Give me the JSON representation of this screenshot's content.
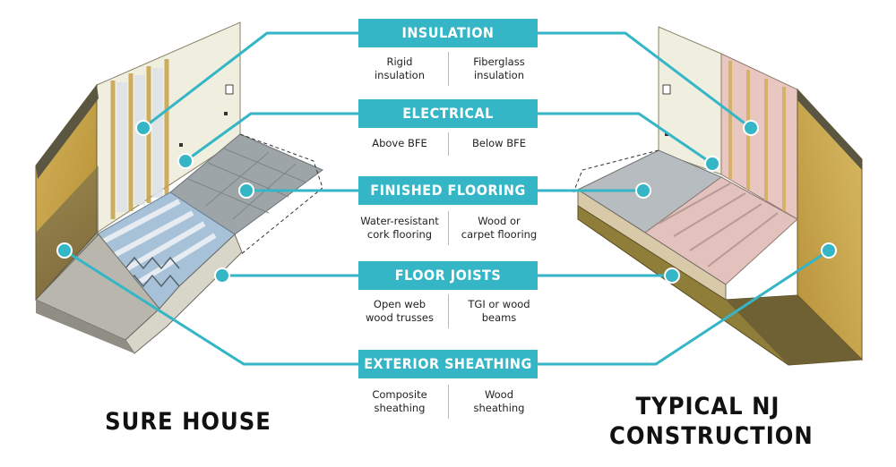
{
  "left_title": "SURE HOUSE",
  "right_title_line1": "TYPICAL NJ",
  "right_title_line2": "CONSTRUCTION",
  "categories": [
    {
      "label": "INSULATION",
      "left_line1": "Rigid",
      "left_line2": "insulation",
      "right_line1": "Fiberglass",
      "right_line2": "insulation"
    },
    {
      "label": "ELECTRICAL",
      "left_line1": "Above BFE",
      "left_line2": "",
      "right_line1": "Below BFE",
      "right_line2": ""
    },
    {
      "label": "FINISHED FLOORING",
      "left_line1": "Water-resistant",
      "left_line2": "cork flooring",
      "right_line1": "Wood or",
      "right_line2": "carpet flooring"
    },
    {
      "label": "FLOOR JOISTS",
      "left_line1": "Open web",
      "left_line2": "wood trusses",
      "right_line1": "TGI or wood",
      "right_line2": "beams"
    },
    {
      "label": "EXTERIOR SHEATHING",
      "left_line1": "Composite",
      "left_line2": "sheathing",
      "right_line1": "Wood",
      "right_line2": "sheathing"
    }
  ],
  "colors": {
    "accent": "#35b6c6",
    "wood": "#c9a24a",
    "floor_gray": "#9ea5a8",
    "floor_pink": "#e3c1bd",
    "panel": "#efeedf"
  }
}
